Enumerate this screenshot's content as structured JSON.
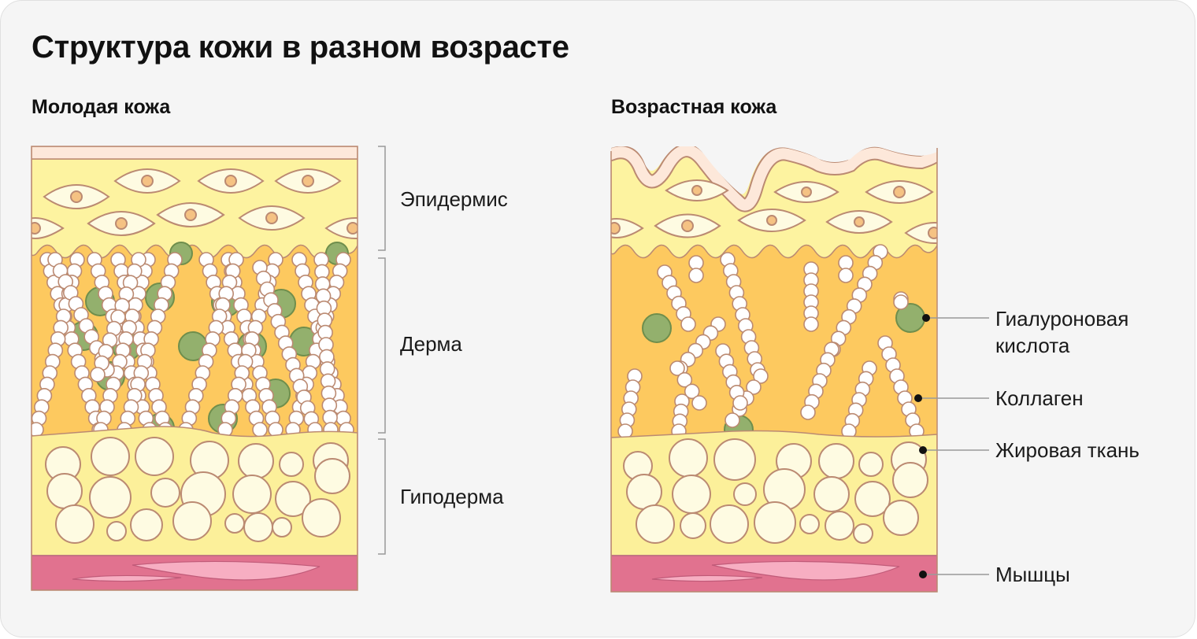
{
  "title": "Структура кожи в разном возрасте",
  "young": {
    "heading": "Молодая кожа",
    "layers": [
      "Эпидермис",
      "Дерма",
      "Гиподерма"
    ]
  },
  "aged": {
    "heading": "Возрастная кожа",
    "components": [
      {
        "line1": "Гиалуроновая",
        "line2": "кислота"
      },
      {
        "line1": "Коллаген"
      },
      {
        "line1": "Жировая ткань"
      },
      {
        "line1": "Мышцы"
      }
    ]
  },
  "colors": {
    "background": "#f5f5f5",
    "surface": "#fde8da",
    "epidermis": "#fdf3a0",
    "dermis": "#fdc95f",
    "hypodermis": "#fcf09a",
    "muscle": "#e1728f",
    "muscle_fiber": "#f7aec2",
    "hyaluronic": "#93b06d",
    "collagen": "#ffffff",
    "outline": "#bb8a72"
  }
}
